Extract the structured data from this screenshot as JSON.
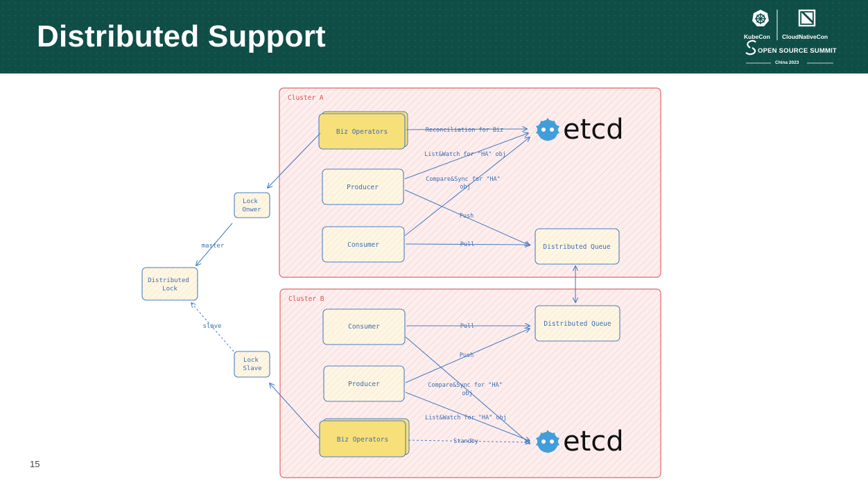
{
  "slide": {
    "title": "Distributed Support",
    "page_number": "15"
  },
  "logos": {
    "kubecon": "KubeCon",
    "cloudnativecon": "CloudNativeCon",
    "oss": "OPEN SOURCE SUMMIT",
    "event": "China 2023"
  },
  "colors": {
    "header_bg": "#0f4d47",
    "cluster_border": "#e06666",
    "cluster_fill": "#fdeaea",
    "node_fill": "#fdf3dc",
    "biz_fill": "#f7df7a",
    "line_blue": "#4a7fc1",
    "etcd_blue": "#419eda"
  },
  "diagram": {
    "cluster_a_label": "Cluster A",
    "cluster_b_label": "Cluster B",
    "distributed_lock": [
      "Distributed",
      "Lock"
    ],
    "lock_owner": [
      "Lock",
      "Onwer"
    ],
    "lock_slave": [
      "Lock",
      "Slave"
    ],
    "master_label": "master",
    "slave_label": "slave",
    "a_biz_operators": "Biz Operators",
    "a_producer": "Producer",
    "a_consumer": "Consumer",
    "a_queue": "Distributed Queue",
    "a_etcd": "etcd",
    "a_reconciliation": "Reconciliation for Biz",
    "a_listwatch": "List&Watch for \"HA\" obj",
    "a_compare": [
      "Compare&Sync for \"HA\"",
      "obj"
    ],
    "a_push": "Push",
    "a_pull": "Pull",
    "b_consumer": "Consumer",
    "b_producer": "Producer",
    "b_biz_operators": "Biz Operators",
    "b_queue": "Distributed Queue",
    "b_etcd": "etcd",
    "b_pull": "Pull",
    "b_push": "Push",
    "b_compare": [
      "Compare&Sync for \"HA\"",
      "obj"
    ],
    "b_listwatch": "List&Watch for \"HA\" obj",
    "b_standby": "Standby"
  }
}
